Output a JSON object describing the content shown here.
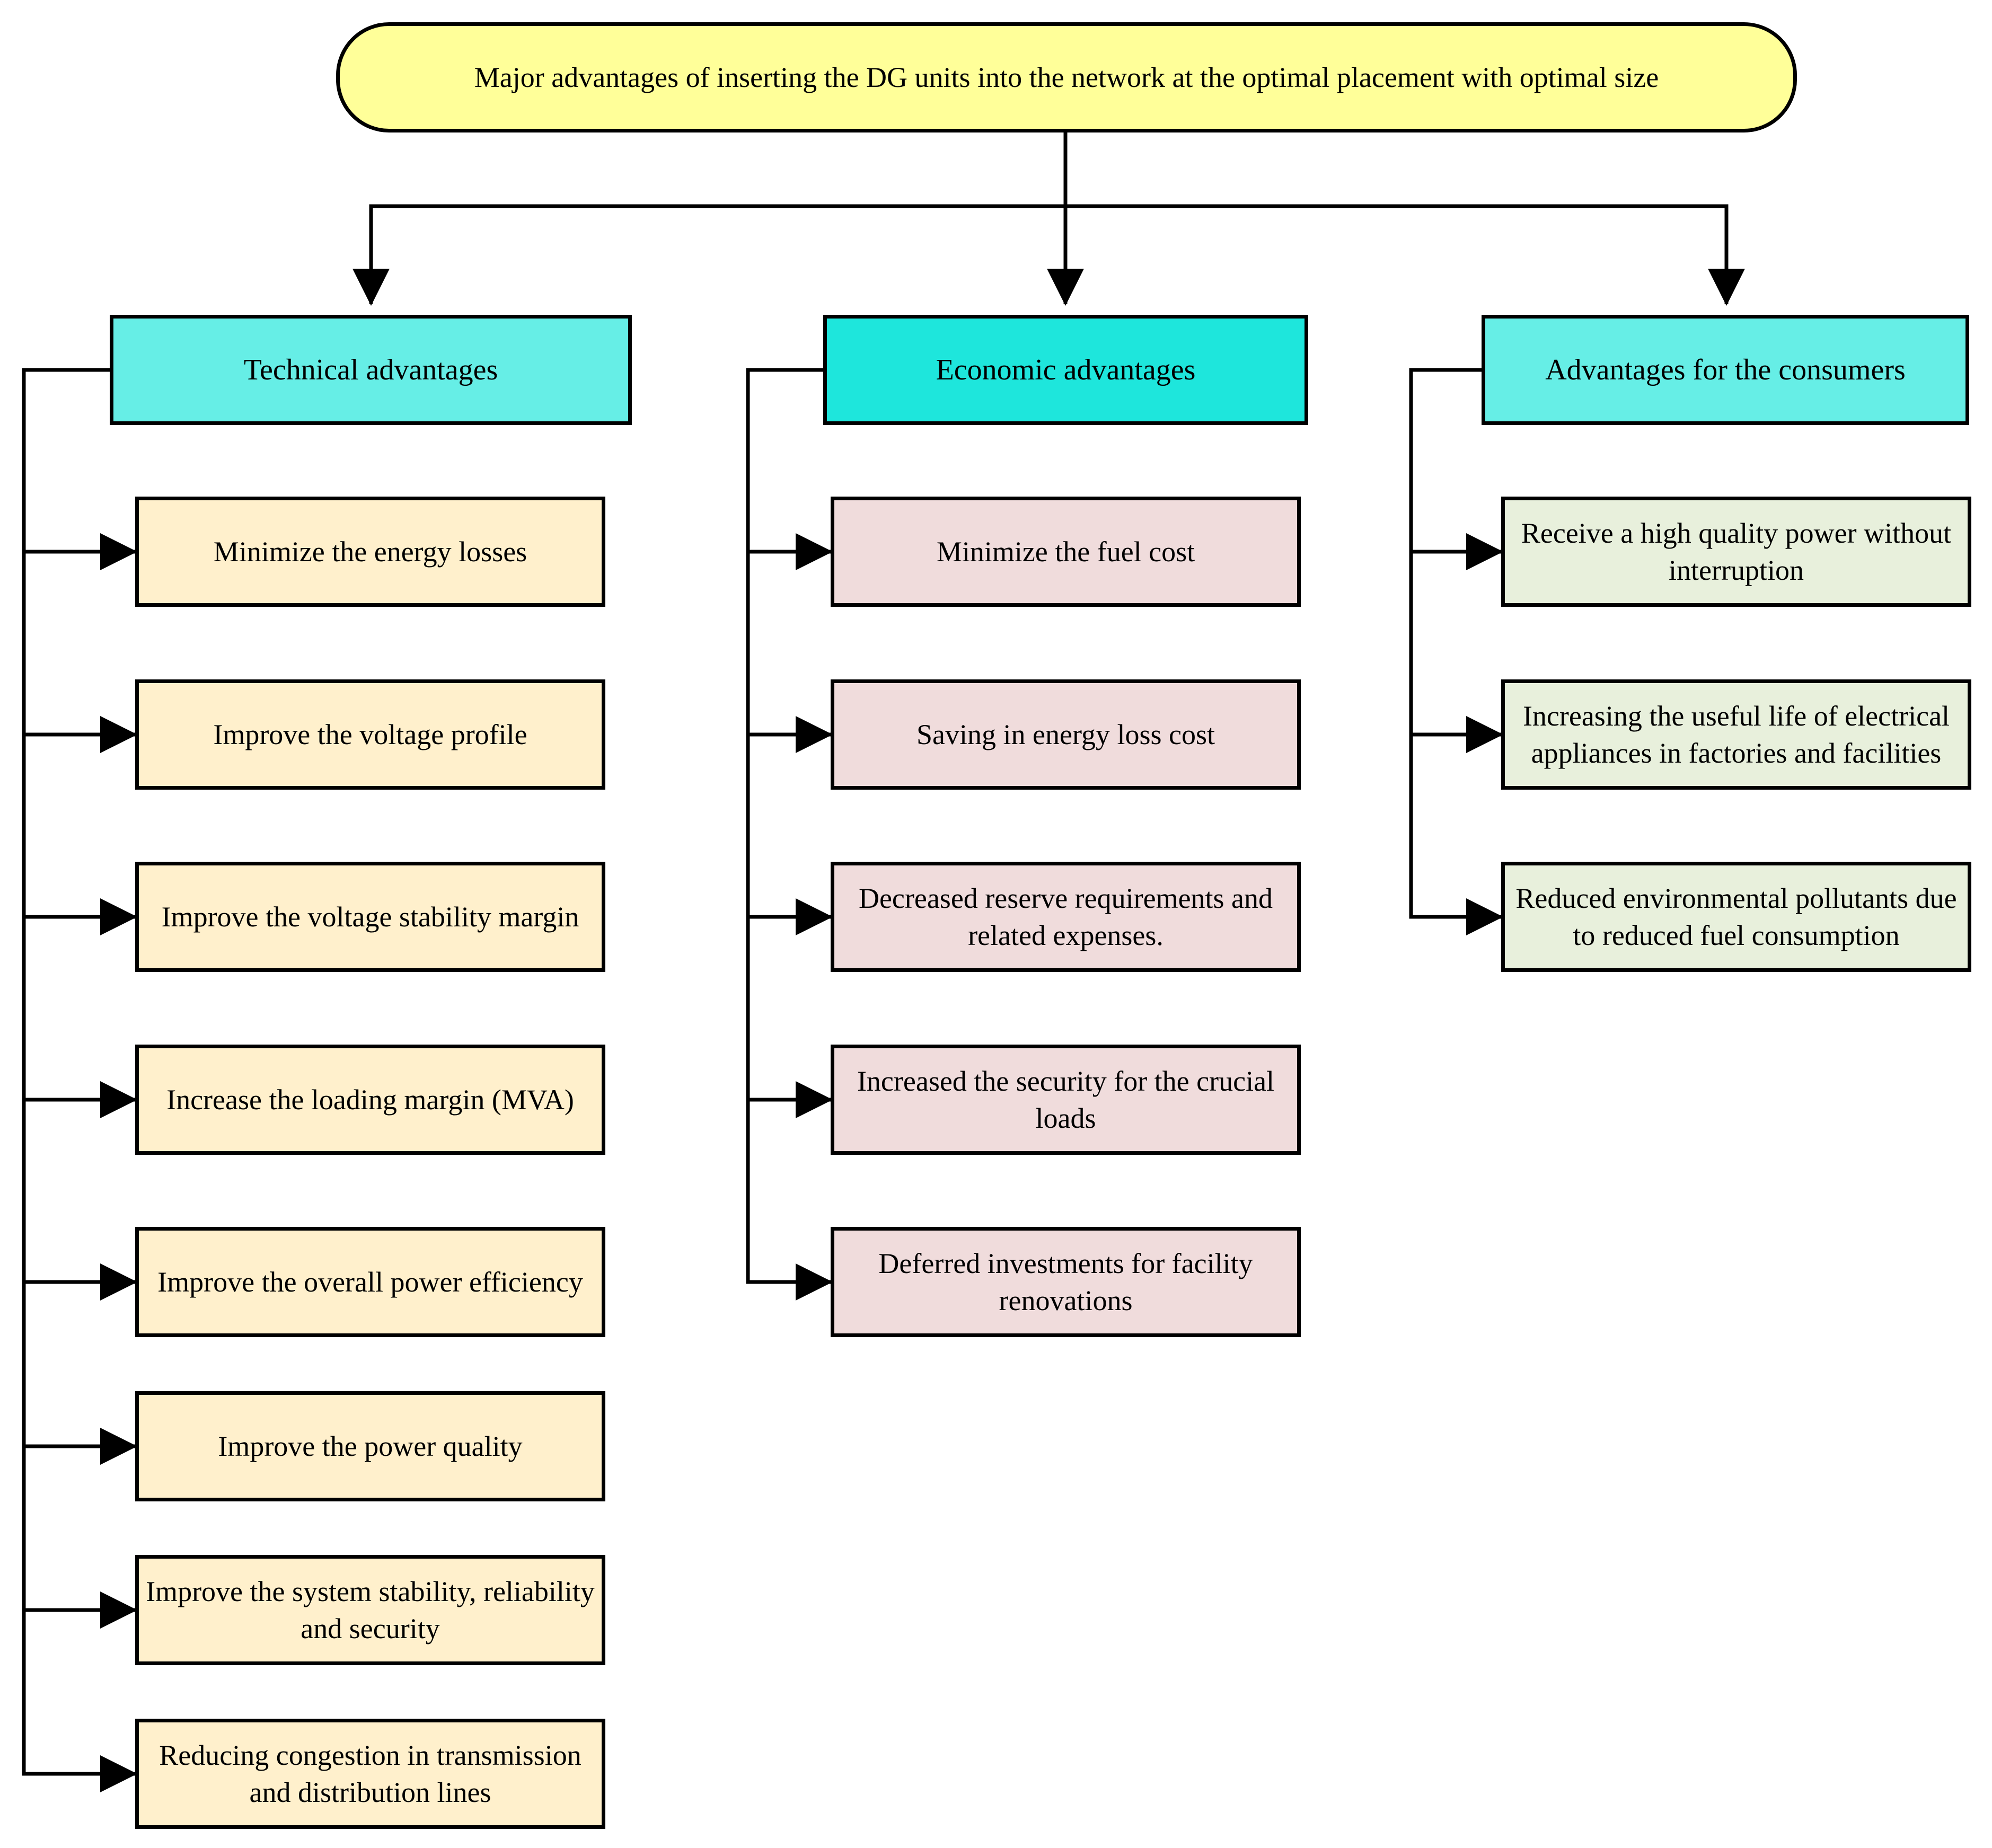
{
  "root": {
    "text": "Major advantages of inserting the DG units into the network at the optimal placement with optimal size",
    "color": "#ffff99"
  },
  "categories": [
    {
      "title": "Technical advantages",
      "header_color": "#66eee6",
      "item_color": "#fff0cc",
      "items": [
        "Minimize the energy losses",
        "Improve the voltage profile",
        "Improve the voltage stability margin",
        "Increase the loading margin (MVA)",
        "Improve the overall power efficiency",
        "Improve the power quality",
        "Improve the system stability, reliability and security",
        "Reducing congestion in transmission and distribution lines"
      ]
    },
    {
      "title": "Economic advantages",
      "header_color": "#1ee6dc",
      "item_color": "#f0dcdc",
      "items": [
        "Minimize the fuel cost",
        "Saving in energy loss cost",
        "Decreased reserve requirements and related expenses.",
        "Increased the security for the crucial loads",
        "Deferred investments for facility renovations"
      ]
    },
    {
      "title": "Advantages for the consumers",
      "header_color": "#66eee6",
      "item_color": "#e8f0dc",
      "items": [
        "Receive a high quality power without interruption",
        "Increasing the useful life of electrical appliances in factories and facilities",
        "Reduced environmental pollutants due to reduced fuel consumption"
      ]
    }
  ]
}
